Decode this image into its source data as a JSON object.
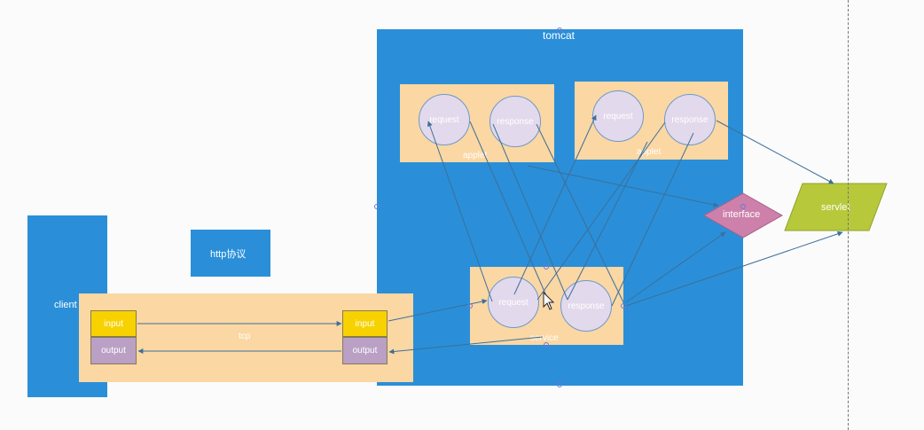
{
  "tomcat": {
    "label": "tomcat"
  },
  "client": {
    "label": "client"
  },
  "http": {
    "label": "http协议"
  },
  "tcp": {
    "label": "tcp"
  },
  "client_ports": {
    "input": "input",
    "output": "output"
  },
  "server_ports": {
    "input": "input",
    "output": "output"
  },
  "applet1": {
    "label": "applet",
    "request": "request",
    "response": "response"
  },
  "applet2": {
    "label": "applet",
    "request": "request",
    "response": "response"
  },
  "service": {
    "label": "service",
    "request": "request",
    "response": "response"
  },
  "interface": {
    "label": "interface",
    "color": "#cc80aa"
  },
  "servlet": {
    "label": "servlet",
    "color": "#b7c93a"
  },
  "colors": {
    "blue": "#2a8fd8",
    "peach": "#fbd7a3",
    "yellow": "#f7d200",
    "mauve": "#b9a0c4",
    "circle": "#e3d9ec"
  }
}
